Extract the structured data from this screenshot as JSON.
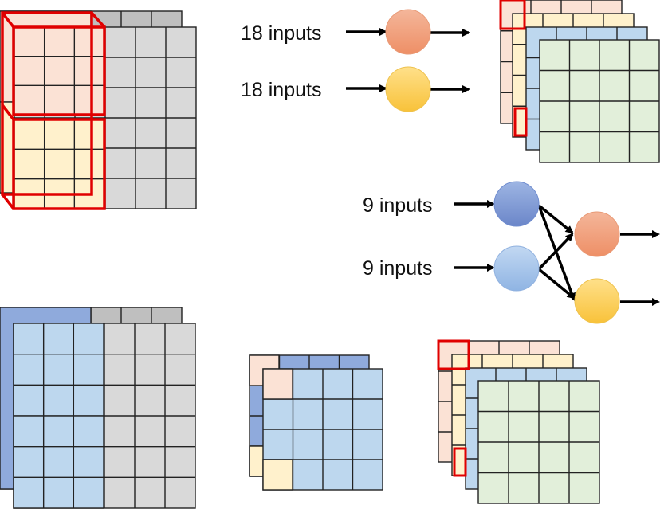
{
  "labels": {
    "top_input_1": "18 inputs",
    "top_input_2": "18 inputs",
    "mid_input_1": "9 inputs",
    "mid_input_2": "9 inputs"
  },
  "colors": {
    "peach": "#fbe2d5",
    "cream": "#fff1cc",
    "lightblue": "#bdd7ee",
    "midblue": "#8faadc",
    "green": "#e2efda",
    "gray": "#d9d9d9",
    "darkgray": "#bfbfbf",
    "red": "#e00000",
    "node_orange": "#f4a582",
    "node_yellow": "#ffd966",
    "node_blue_dark": "#7f9fd8",
    "node_blue_light": "#a9c8ec"
  }
}
